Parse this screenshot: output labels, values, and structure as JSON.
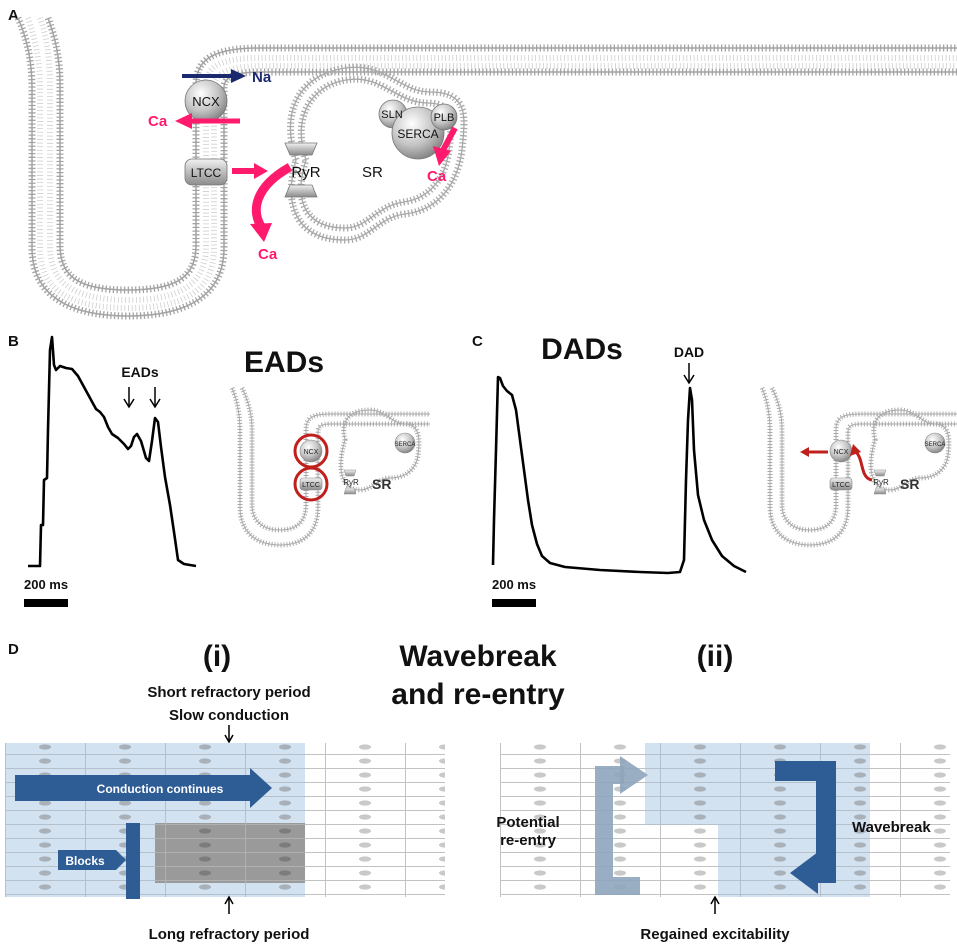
{
  "panel_a": {
    "letter": "A",
    "labels": {
      "na": "Na",
      "ca_ncx": "Ca",
      "ncx": "NCX",
      "ltcc": "LTCC",
      "ryr": "RyR",
      "sr": "SR",
      "sln": "SLN",
      "serca": "SERCA",
      "plb": "PLB",
      "ca_serca": "Ca",
      "ca_ryr": "Ca"
    }
  },
  "panel_b": {
    "letter": "B",
    "title": "EADs",
    "annotation": "EADs",
    "scale_bar": "200 ms",
    "cell": {
      "ncx": "NCX",
      "ltcc": "LTCC",
      "ryr": "RyR",
      "serca": "SERCA",
      "sr": "SR"
    }
  },
  "panel_c": {
    "letter": "C",
    "title": "DADs",
    "annotation": "DAD",
    "scale_bar": "200 ms",
    "cell": {
      "ncx": "NCX",
      "ltcc": "LTCC",
      "ryr": "RyR",
      "serca": "SERCA",
      "sr": "SR"
    }
  },
  "panel_d": {
    "letter": "D",
    "title_line1": "Wavebreak",
    "title_line2": "and re-entry",
    "left": {
      "heading": "(i)",
      "top_line1": "Short refractory period",
      "top_line2": "Slow conduction",
      "conduction": "Conduction continues",
      "blocks": "Blocks",
      "bottom": "Long refractory period"
    },
    "right": {
      "heading": "(ii)",
      "potential1": "Potential",
      "potential2": "re-entry",
      "wavebreak": "Wavebreak",
      "bottom": "Regained excitability"
    }
  },
  "colors": {
    "pink": "#ff1a6e",
    "navy": "#1b2a6e",
    "dark_red": "#c0201c",
    "light_blue_tissue": "#d3e2f0",
    "gray_tissue": "#9a9a9a",
    "arrow_blue": "#2e5d95",
    "arrow_blue_faded": "#8ea5bd"
  }
}
